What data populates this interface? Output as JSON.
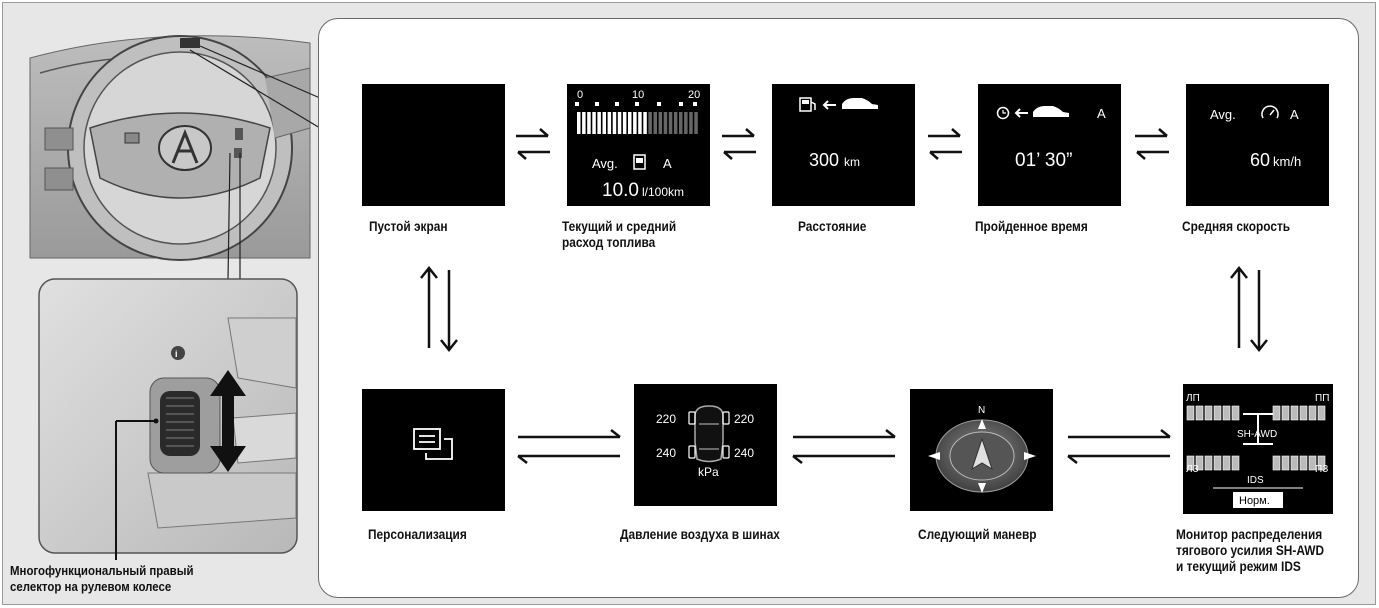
{
  "screens": {
    "blank": {
      "caption": "Пустой экран"
    },
    "fuel": {
      "caption_line1": "Текущий и средний",
      "caption_line2": "расход топлива",
      "scale_0": "0",
      "scale_10": "10",
      "scale_20": "20",
      "avg_label": "Avg.",
      "mode": "A",
      "value": "10.0",
      "unit": "l/100km"
    },
    "range": {
      "caption": "Расстояние",
      "value": "300",
      "unit": "km"
    },
    "elapsed": {
      "caption": "Пройденное время",
      "mode": "A",
      "value": "01’ 30”"
    },
    "speed": {
      "caption": "Средняя скорость",
      "avg_label": "Avg.",
      "mode": "A",
      "value": "60",
      "unit": "km/h"
    },
    "custom": {
      "caption": "Персонализация"
    },
    "tpms": {
      "caption": "Давление воздуха в шинах",
      "front_left": "220",
      "front_right": "220",
      "rear_left": "240",
      "rear_right": "240",
      "unit": "kPa"
    },
    "nav": {
      "caption": "Следующий маневр",
      "north": "N"
    },
    "awd": {
      "caption_line1": "Монитор распределения",
      "caption_line2": "тягового усилия SH-AWD",
      "caption_line3": "и текущий режим IDS",
      "fl": "ЛП",
      "fr": "ПП",
      "rl": "ЛЗ",
      "rr": "ПЗ",
      "system": "SH-AWD",
      "ids_label": "IDS",
      "ids_mode": "Норм."
    }
  },
  "selector_caption_line1": "Многофункциональный правый",
  "selector_caption_line2": "селектор на рулевом колесе",
  "colors": {
    "screen_bg": "#000000",
    "background": "#e7e7e7",
    "panel": "#ffffff"
  }
}
